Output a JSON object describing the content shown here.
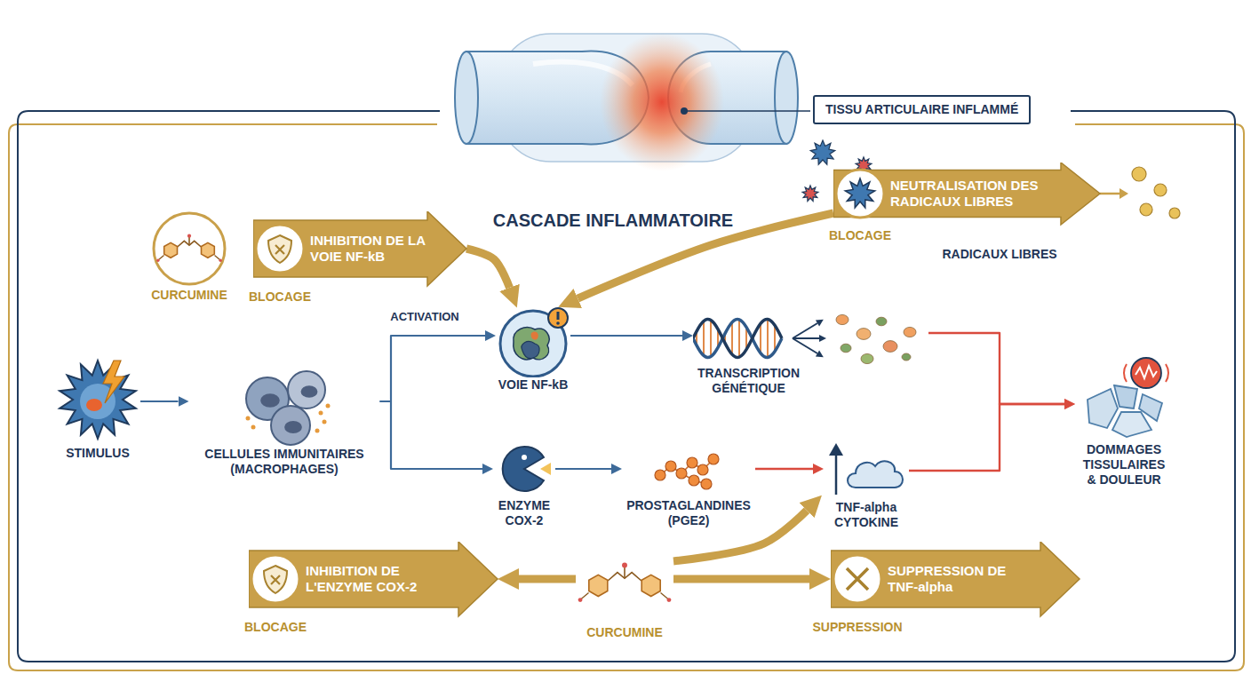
{
  "diagram": {
    "title": "CASCADE INFLAMMATOIRE",
    "nodes": [
      {
        "text": [
          "TISSU ARTICULAIRE INFLAMMÉ"
        ]
      },
      {
        "text": [
          "CURCUMINE"
        ]
      },
      {
        "text": [
          "INHIBITION DE LA VOIE NF-kB",
          "BLOCAGE"
        ]
      },
      {
        "text": [
          "NEUTRALISATION DES RADICAUX LIBRES",
          "BLOCAGE"
        ]
      },
      {
        "text": [
          "STIMULUS"
        ]
      },
      {
        "text": [
          "CELLULES IMMUNITAIRES (MACROPHAGES)"
        ]
      },
      {
        "text": [
          "VOIE NF-kB"
        ]
      },
      {
        "text": [
          "TRANSCRIPTION GÉNÉTIQUE"
        ]
      },
      {
        "text": [
          "ENZYME COX-2"
        ]
      },
      {
        "text": [
          "PROSTAGLANDINES (PGE2)"
        ]
      },
      {
        "text": [
          "TNF-alpha CYTOKINE"
        ]
      },
      {
        "text": [
          "DOMMAGES TISSULAIRES & DOULEUR"
        ]
      },
      {
        "text": [
          "INHIBITION DE L'ENZYME COX-2",
          "BLOCAGE"
        ]
      },
      {
        "text": [
          "CURCUMINE"
        ]
      },
      {
        "text": [
          "SUPPRESSION DE TNF-alpha",
          "SUPPRESSION"
        ]
      }
    ],
    "edges": [
      {
        "from": 4,
        "to": 5,
        "arrow": "to"
      },
      {
        "from": 5,
        "to": 6,
        "label": "ACTIVATION",
        "arrow": "to"
      },
      {
        "from": 5,
        "to": 8,
        "arrow": "to"
      },
      {
        "from": 6,
        "to": 7,
        "arrow": "to"
      },
      {
        "from": 8,
        "to": 9,
        "arrow": "to"
      },
      {
        "from": 9,
        "to": 10,
        "arrow": "to"
      },
      {
        "from": 7,
        "to": 11,
        "arrow": "to"
      },
      {
        "from": 10,
        "to": 11,
        "arrow": "to"
      },
      {
        "from": 2,
        "to": 6,
        "arrow": "to"
      },
      {
        "from": 3,
        "to": 6,
        "arrow": "to"
      },
      {
        "from": 13,
        "to": 12,
        "arrow": "to"
      },
      {
        "from": 13,
        "to": 14,
        "arrow": "to"
      },
      {
        "from": 13,
        "to": 10,
        "arrow": "to"
      }
    ],
    "labels": [
      "RADICAUX LIBRES"
    ]
  }
}
